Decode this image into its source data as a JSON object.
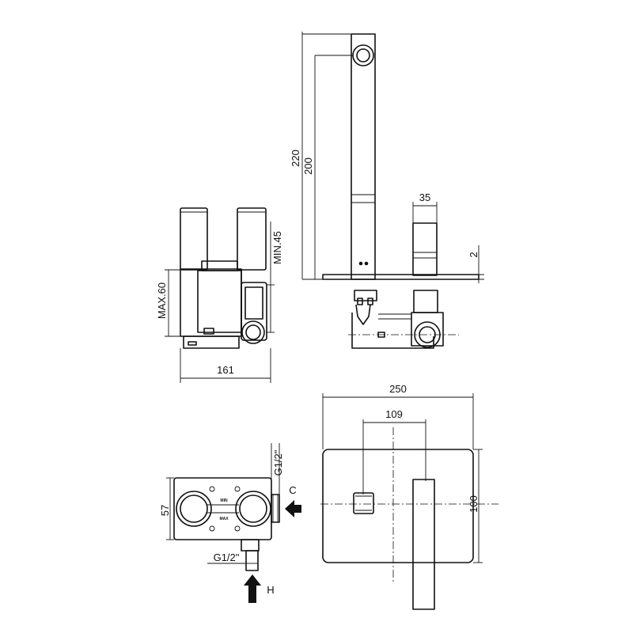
{
  "dimensions": {
    "side_height_total": "220",
    "side_height_outlet": "200",
    "handle_width": "35",
    "plate_thickness": "2",
    "box_max_depth": "MAX.60",
    "box_min_depth": "MIN.45",
    "box_width": "161",
    "plate_width": "250",
    "spout_offset": "109",
    "plate_height": "100",
    "box_height": "57",
    "cold_thread": "G1/2\"",
    "hot_thread": "G1/2\""
  },
  "labels": {
    "cold_inlet": "C",
    "hot_inlet": "H",
    "valve_min": "MIN",
    "valve_max": "MAX"
  }
}
